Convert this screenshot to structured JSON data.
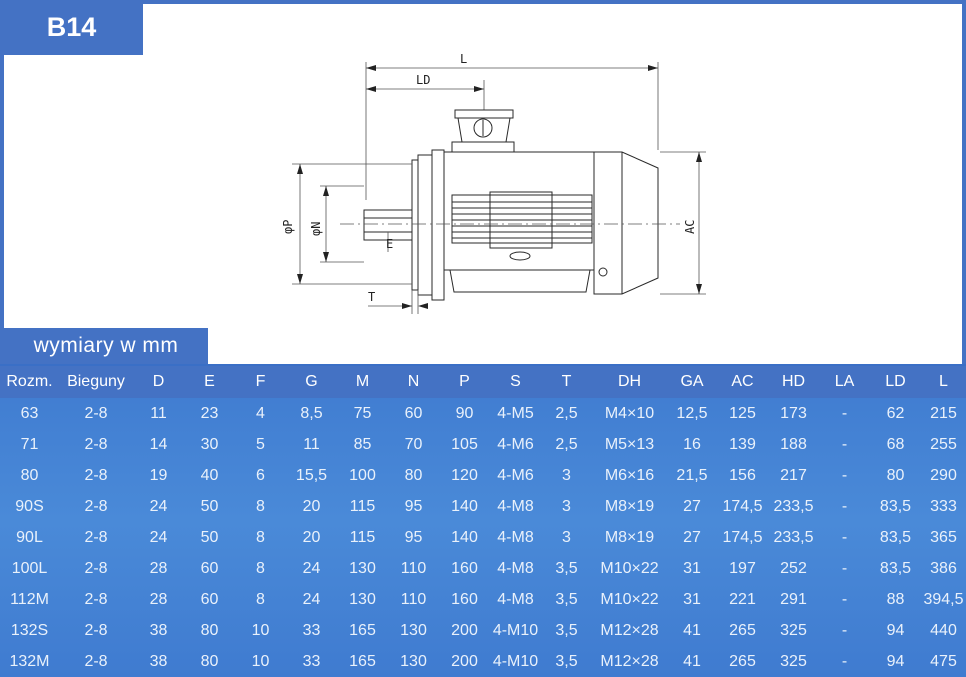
{
  "badge": "B14",
  "units_label": "wymiary w mm",
  "drawing_labels": {
    "L": "L",
    "LD": "LD",
    "P": "φP",
    "N": "φN",
    "E": "E",
    "T": "T",
    "AC": "AC"
  },
  "table": {
    "headers": [
      "Rozm.",
      "Bieguny",
      "D",
      "E",
      "F",
      "G",
      "M",
      "N",
      "P",
      "S",
      "T",
      "DH",
      "GA",
      "AC",
      "HD",
      "LA",
      "LD",
      "L"
    ],
    "rows": [
      [
        "63",
        "2-8",
        "11",
        "23",
        "4",
        "8,5",
        "75",
        "60",
        "90",
        "4-M5",
        "2,5",
        "M4×10",
        "12,5",
        "125",
        "173",
        "-",
        "62",
        "215"
      ],
      [
        "71",
        "2-8",
        "14",
        "30",
        "5",
        "11",
        "85",
        "70",
        "105",
        "4-M6",
        "2,5",
        "M5×13",
        "16",
        "139",
        "188",
        "-",
        "68",
        "255"
      ],
      [
        "80",
        "2-8",
        "19",
        "40",
        "6",
        "15,5",
        "100",
        "80",
        "120",
        "4-M6",
        "3",
        "M6×16",
        "21,5",
        "156",
        "217",
        "-",
        "80",
        "290"
      ],
      [
        "90S",
        "2-8",
        "24",
        "50",
        "8",
        "20",
        "115",
        "95",
        "140",
        "4-M8",
        "3",
        "M8×19",
        "27",
        "174,5",
        "233,5",
        "-",
        "83,5",
        "333"
      ],
      [
        "90L",
        "2-8",
        "24",
        "50",
        "8",
        "20",
        "115",
        "95",
        "140",
        "4-M8",
        "3",
        "M8×19",
        "27",
        "174,5",
        "233,5",
        "-",
        "83,5",
        "365"
      ],
      [
        "100L",
        "2-8",
        "28",
        "60",
        "8",
        "24",
        "130",
        "110",
        "160",
        "4-M8",
        "3,5",
        "M10×22",
        "31",
        "197",
        "252",
        "-",
        "83,5",
        "386"
      ],
      [
        "112M",
        "2-8",
        "28",
        "60",
        "8",
        "24",
        "130",
        "110",
        "160",
        "4-M8",
        "3,5",
        "M10×22",
        "31",
        "221",
        "291",
        "-",
        "88",
        "394,5"
      ],
      [
        "132S",
        "2-8",
        "38",
        "80",
        "10",
        "33",
        "165",
        "130",
        "200",
        "4-M10",
        "3,5",
        "M12×28",
        "41",
        "265",
        "325",
        "-",
        "94",
        "440"
      ],
      [
        "132M",
        "2-8",
        "38",
        "80",
        "10",
        "33",
        "165",
        "130",
        "200",
        "4-M10",
        "3,5",
        "M12×28",
        "41",
        "265",
        "325",
        "-",
        "94",
        "475"
      ]
    ]
  }
}
